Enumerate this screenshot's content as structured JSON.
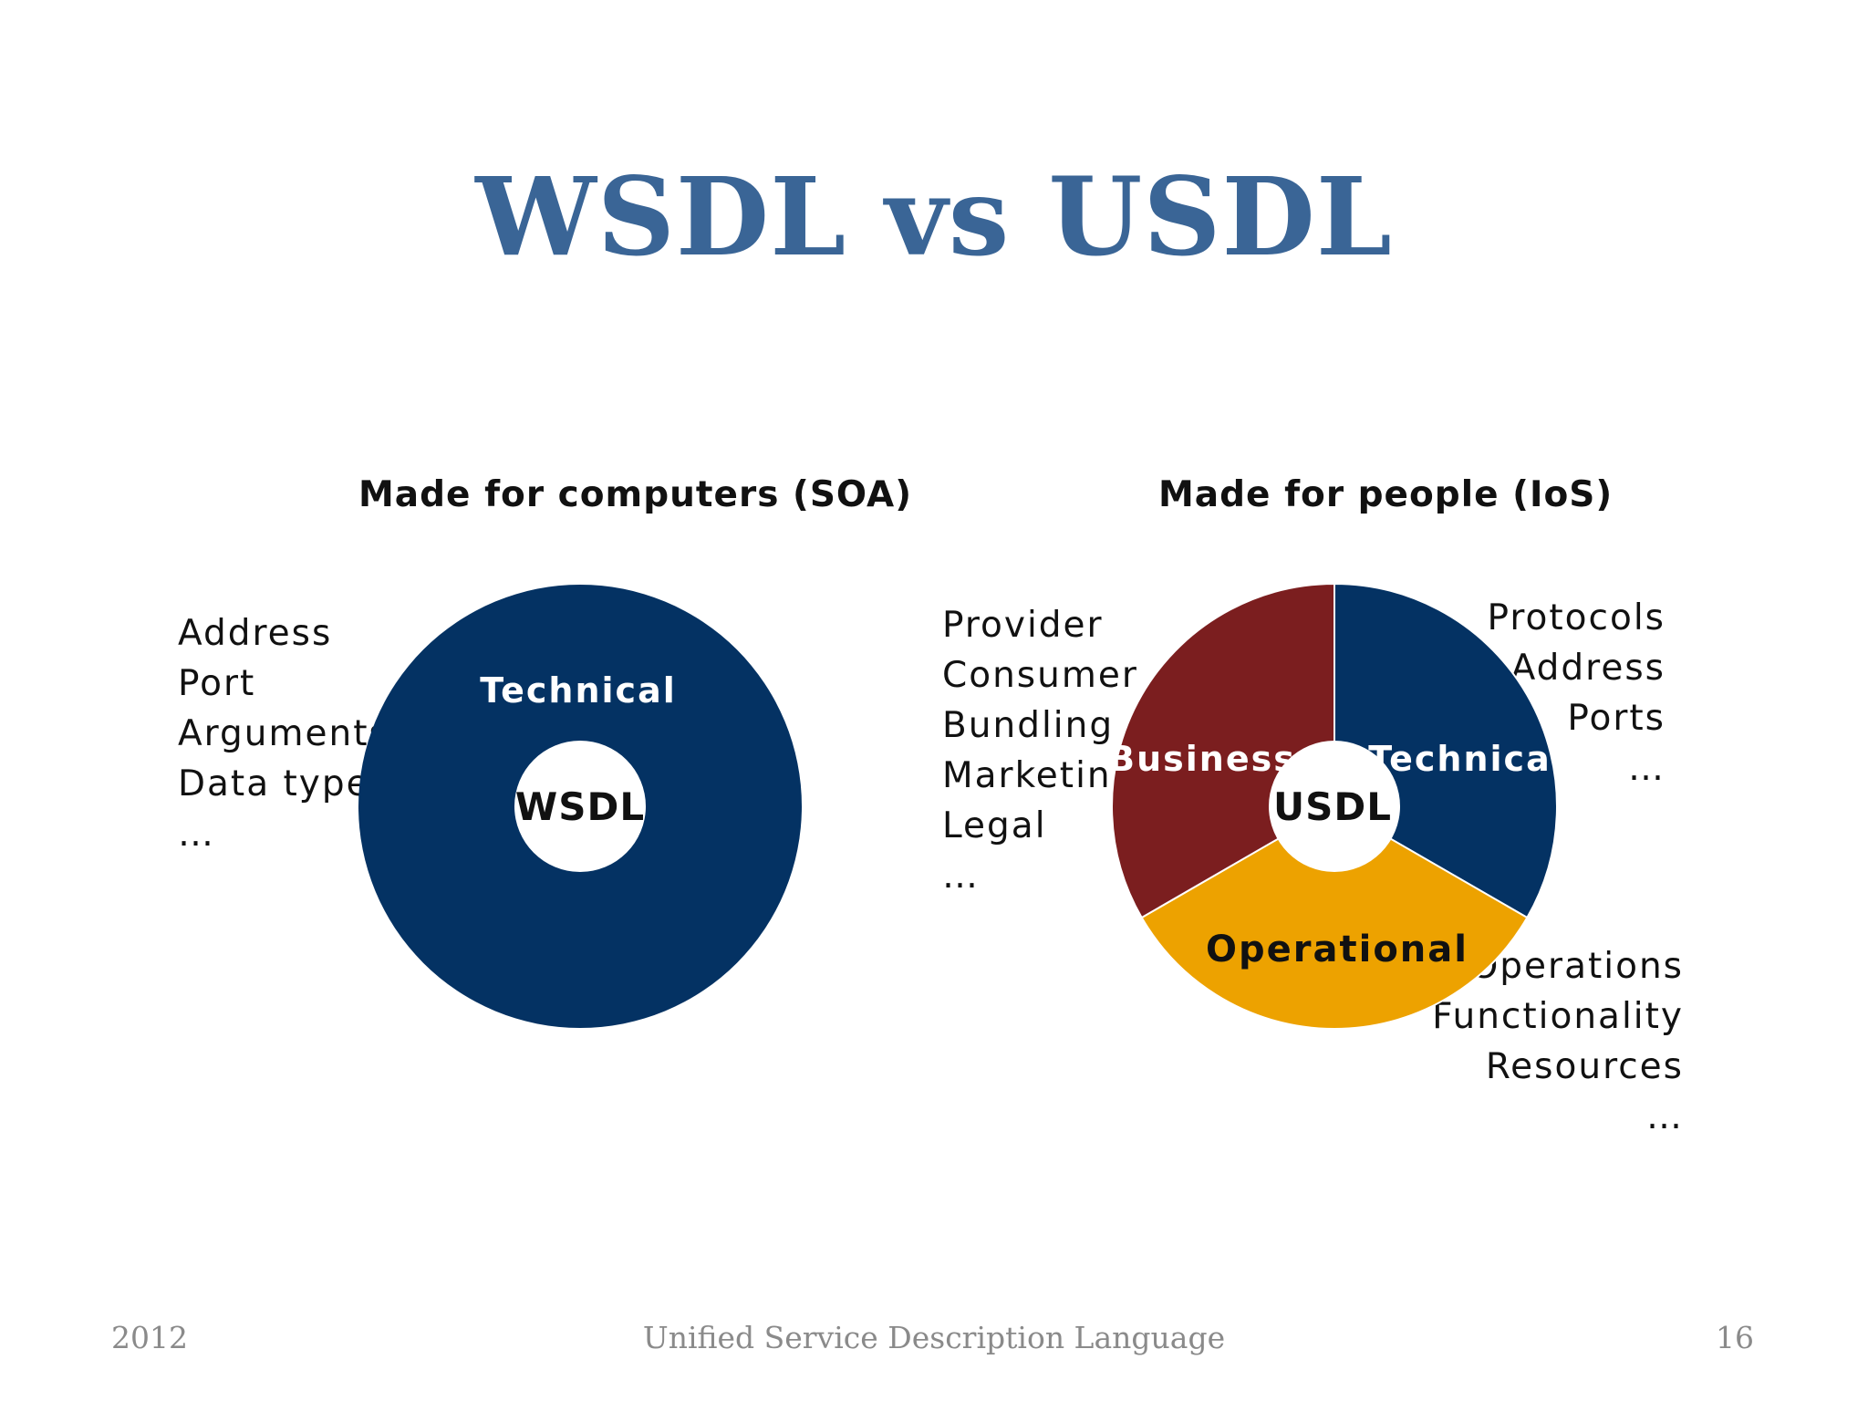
{
  "title": "WSDL vs USDL",
  "left": {
    "subtitle": "Made for computers (SOA)",
    "center_label": "WSDL",
    "segment_label": "Technical",
    "list": [
      "Address",
      "Port",
      "Arguments",
      "Data type",
      "…"
    ]
  },
  "right": {
    "subtitle": "Made for people (IoS)",
    "center_label": "USDL",
    "segments": {
      "business": "Business",
      "technical": "Technical",
      "operational": "Operational"
    },
    "business_list": [
      "Provider",
      "Consumer",
      "Bundling",
      "Marketing",
      "Legal",
      "…"
    ],
    "technical_list": [
      "Protocols",
      "Address",
      "Ports",
      "…"
    ],
    "operational_list": [
      "Operations",
      "Functionality",
      "Resources",
      "…"
    ]
  },
  "colors": {
    "title": "#3a6596",
    "technical": "#043263",
    "business": "#7b1e1f",
    "operational": "#eda200"
  },
  "footer": {
    "year": "2012",
    "center": "Unified Service Description Language",
    "page": "16"
  }
}
